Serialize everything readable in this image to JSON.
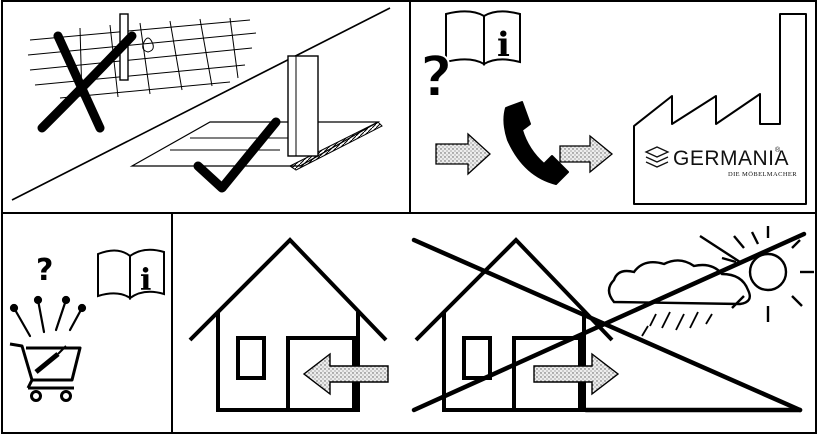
{
  "manual_page": {
    "panels": [
      {
        "id": "assembly-surface",
        "symbols": [
          "cross-mark-icon",
          "check-mark-icon"
        ]
      },
      {
        "id": "contact-manufacturer",
        "symbols": [
          "question-icon",
          "manual-icon",
          "phone-icon",
          "factory-icon"
        ]
      },
      {
        "id": "parts-check",
        "symbols": [
          "question-icon",
          "manual-icon",
          "screws-icon",
          "shopping-cart-icon"
        ]
      },
      {
        "id": "indoor-use",
        "symbols": [
          "house-icon",
          "arrow-in-icon"
        ]
      },
      {
        "id": "no-outdoor-use",
        "symbols": [
          "house-icon",
          "arrow-out-icon",
          "rain-cloud-icon",
          "sun-icon",
          "cross-mark-icon"
        ]
      }
    ],
    "manufacturer": {
      "brand": "GERMANIA",
      "trademark": "®",
      "tagline": "DIE MÖBELMACHER"
    },
    "glyphs": {
      "question": "?",
      "info": "i"
    },
    "colors": {
      "ink": "#000000",
      "paper": "#ffffff",
      "arrow_fill": "#e6e6e6"
    }
  }
}
